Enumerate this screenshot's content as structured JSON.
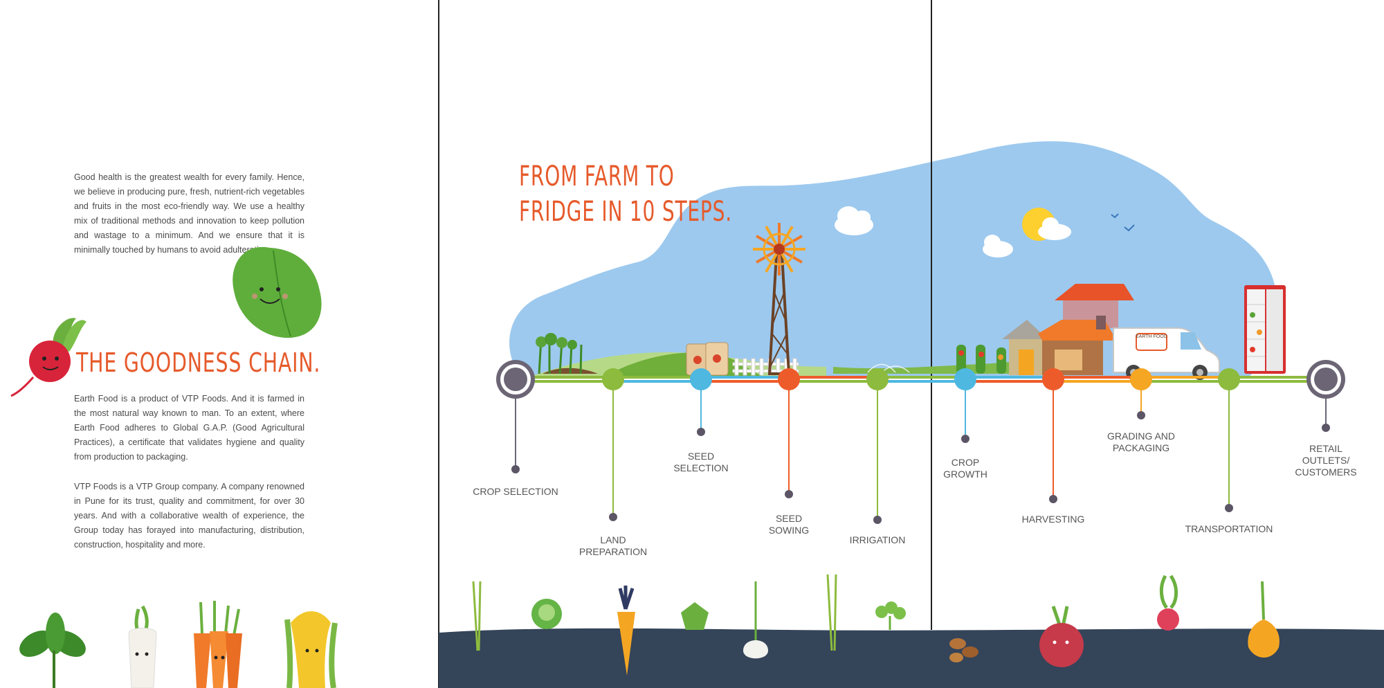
{
  "left": {
    "intro_text": "Good health is the greatest wealth for every family. Hence, we believe in producing pure, fresh, nutrient-rich vegetables and fruits in the most eco-friendly way. We use a healthy mix of traditional methods and innovation to keep pollution and wastage to a minimum. And we ensure that it is minimally touched by humans to avoid adulteration.",
    "heading": "THE GOODNESS CHAIN.",
    "para_1": "Earth Food is a product of VTP Foods. And it is farmed in the most natural way known to man. To an extent, where Earth Food adheres to Global G.A.P. (Good Agricultural Practices), a certificate that validates hygiene and quality from production to packaging.",
    "para_2": "VTP Foods is a VTP Group company. A company renowned in Pune for its trust, quality and commitment, for over 30 years. And with a collaborative wealth of experience, the Group today has forayed into manufacturing, distribution, construction, hospitality and more."
  },
  "right": {
    "heading_line_1": "FROM FARM TO",
    "heading_line_2": "FRIDGE IN 10 STEPS.",
    "van_text": "EARTH FOOD",
    "steps": [
      {
        "label": "CROP SELECTION",
        "color": "#6b6575"
      },
      {
        "label": "LAND\nPREPARATION",
        "color": "#8dbb3e"
      },
      {
        "label": "SEED\nSELECTION",
        "color": "#4eb8e0"
      },
      {
        "label": "SEED\nSOWING",
        "color": "#ee5b2a"
      },
      {
        "label": "IRRIGATION",
        "color": "#8dbb3e"
      },
      {
        "label": "CROP\nGROWTH",
        "color": "#4eb8e0"
      },
      {
        "label": "HARVESTING",
        "color": "#ee5b2a"
      },
      {
        "label": "GRADING AND\nPACKAGING",
        "color": "#f5a623"
      },
      {
        "label": "TRANSPORTATION",
        "color": "#8dbb3e"
      },
      {
        "label": "RETAIL OUTLETS/\nCUSTOMERS",
        "color": "#6b6575"
      }
    ]
  },
  "colors": {
    "accent_orange": "#e65a2b",
    "sky_blue": "#9dc9ee",
    "ground_navy": "#344459",
    "track_green": "#8dbb3e",
    "track_blue": "#4eb8e0",
    "track_orange": "#ee5b2a",
    "track_yellow": "#f5a623"
  }
}
